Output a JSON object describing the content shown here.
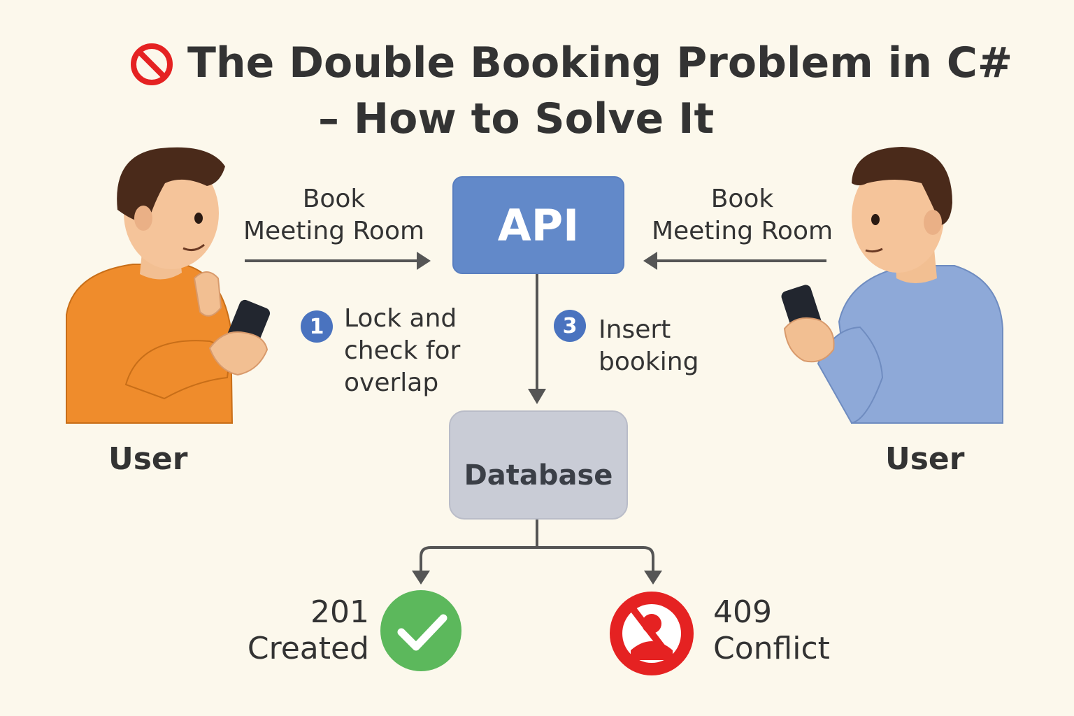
{
  "title": {
    "line1": "The Double Booking Problem in C#",
    "line2": "– How to Solve It"
  },
  "left_user": {
    "action_line1": "Book",
    "action_line2": "Meeting Room",
    "label": "User"
  },
  "right_user": {
    "action_line1": "Book",
    "action_line2": "Meeting Room",
    "label": "User"
  },
  "api": {
    "label": "API"
  },
  "database": {
    "label": "Database"
  },
  "steps": [
    {
      "number": "1",
      "line1": "Lock and",
      "line2": "check for",
      "line3": "overlap"
    },
    {
      "number": "3",
      "line1": "Insert",
      "line2": "booking"
    }
  ],
  "outcomes": {
    "success": {
      "code": "201",
      "text": "Created"
    },
    "conflict": {
      "code": "409",
      "text": "Conflict"
    }
  },
  "colors": {
    "background": "#fcf8ec",
    "api": "#6289c9",
    "database": "#c9ccd6",
    "success": "#5cb85c",
    "conflict": "#e52222",
    "left_shirt": "#ef8c2c",
    "right_shirt": "#8ea9d8"
  }
}
